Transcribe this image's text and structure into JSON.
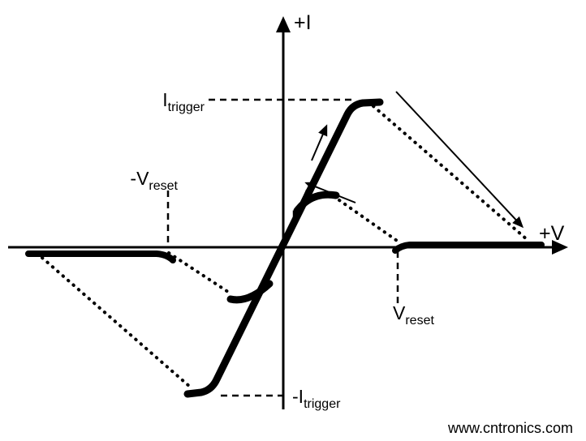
{
  "diagram": {
    "axis": {
      "i_label": "+I",
      "v_label": "+V"
    },
    "labels": {
      "i_trigger": {
        "base": "I",
        "sub": "trigger"
      },
      "neg_i_trigger": {
        "base": "-I",
        "sub": "trigger"
      },
      "v_reset": {
        "base": "V",
        "sub": "reset"
      },
      "neg_v_reset": {
        "base": "-V",
        "sub": "reset"
      }
    },
    "watermark": {
      "text": "www.cntronics.com",
      "color": "#a3d06e"
    },
    "colors": {
      "curve": "#000000",
      "background": "#ffffff"
    }
  }
}
